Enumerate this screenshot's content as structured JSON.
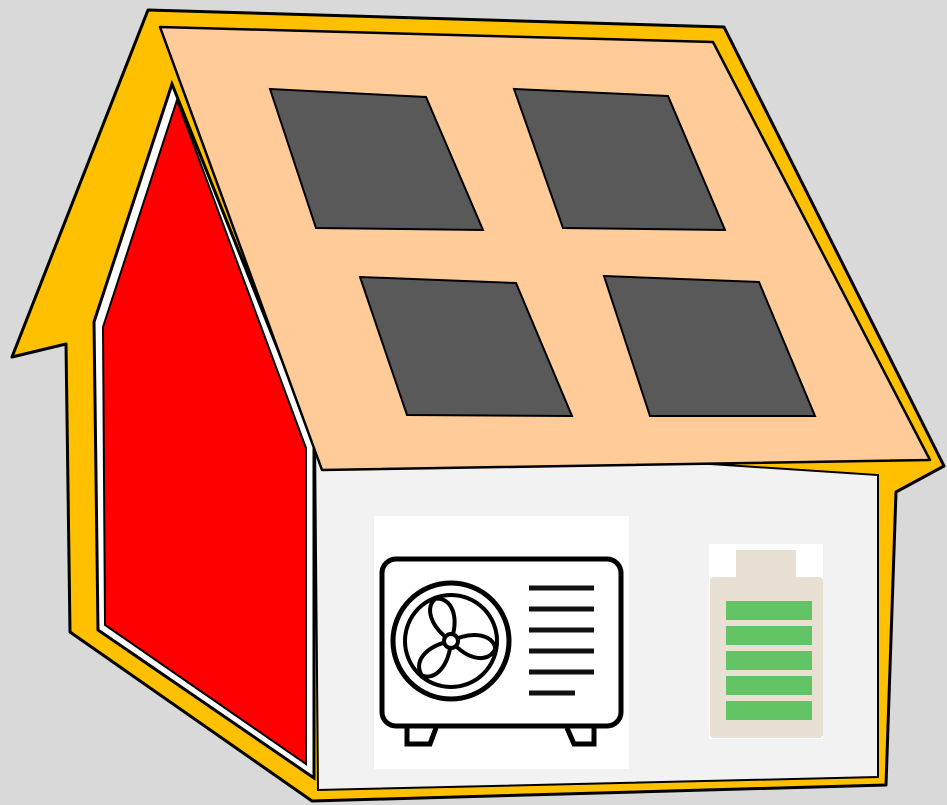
{
  "scene": {
    "subject": "house",
    "components": [
      {
        "name": "roof-solar-panels",
        "count": 4
      },
      {
        "name": "heat-pump-outdoor-unit",
        "icon": "fan-icon",
        "vent_lines": 6
      },
      {
        "name": "home-battery",
        "charge_level": 1.0,
        "charge_bars": 5
      }
    ]
  },
  "colors": {
    "background": "#d9d9d9",
    "insulation_outline": "#ffc000",
    "gable_wall": "#ff0000",
    "roof": "#ffcc99",
    "solar_panel": "#595959",
    "front_wall": "#f2f2f2",
    "battery_body": "#e7e0d3",
    "battery_charge": "#63c466",
    "heat_pump_lines": "#111111"
  }
}
